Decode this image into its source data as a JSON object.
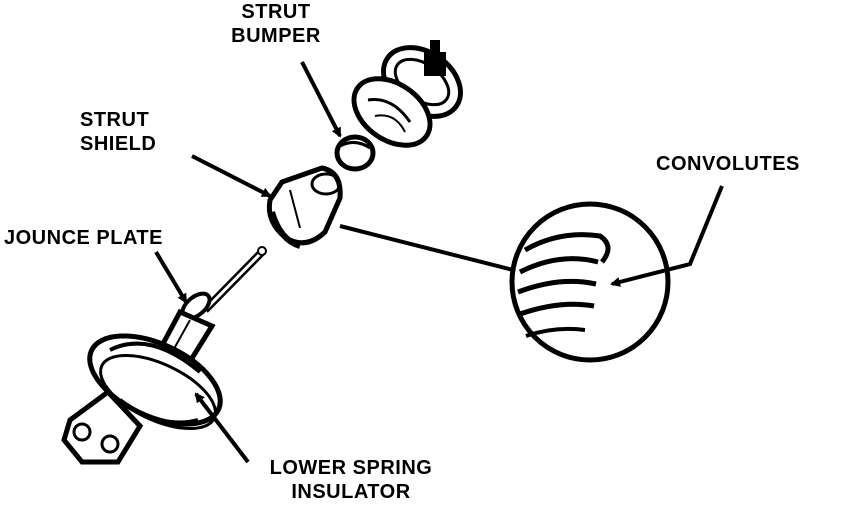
{
  "diagram": {
    "labels": {
      "strut_bumper": [
        "STRUT",
        "BUMPER"
      ],
      "strut_shield": [
        "STRUT",
        "SHIELD"
      ],
      "jounce_plate": "JOUNCE PLATE",
      "convolutes": "CONVOLUTES",
      "lower_spring_insulator": [
        "LOWER SPRING",
        "INSULATOR"
      ]
    },
    "colors": {
      "ink": "#000000",
      "paper": "#ffffff"
    }
  }
}
